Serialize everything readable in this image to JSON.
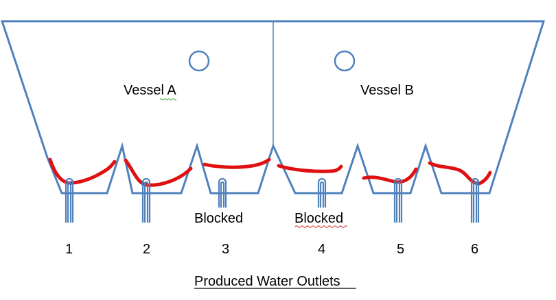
{
  "vessels": [
    {
      "label": "Vessel A"
    },
    {
      "label": "Vessel B"
    }
  ],
  "outlets": [
    {
      "number": "1",
      "status": ""
    },
    {
      "number": "2",
      "status": ""
    },
    {
      "number": "3",
      "status": "Blocked"
    },
    {
      "number": "4",
      "status": "Blocked"
    },
    {
      "number": "5",
      "status": ""
    },
    {
      "number": "6",
      "status": ""
    }
  ],
  "title": "Produced Water Outlets",
  "colors": {
    "outline": "#4f81bd",
    "interface_line": "#e01010",
    "text": "#000000"
  }
}
